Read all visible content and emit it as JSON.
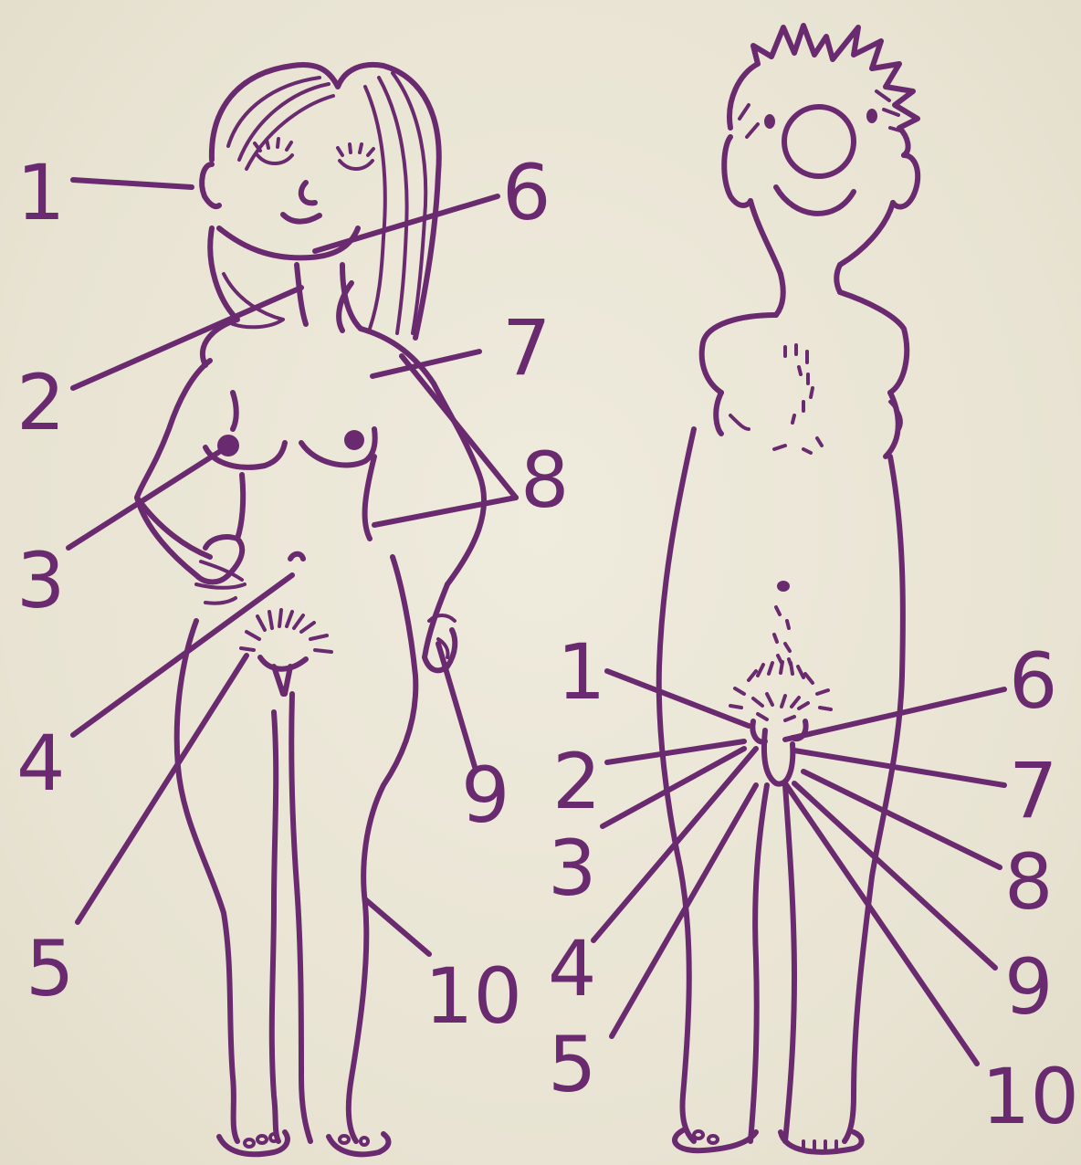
{
  "colors": {
    "ink": "#6a2a6f",
    "paper": "#ebe6d6"
  },
  "figures": {
    "female": {
      "labels": [
        "1",
        "2",
        "3",
        "4",
        "5",
        "6",
        "7",
        "8",
        "9",
        "10"
      ]
    },
    "male": {
      "labels": [
        "1",
        "2",
        "3",
        "4",
        "5",
        "6",
        "7",
        "8",
        "9",
        "10"
      ]
    }
  }
}
